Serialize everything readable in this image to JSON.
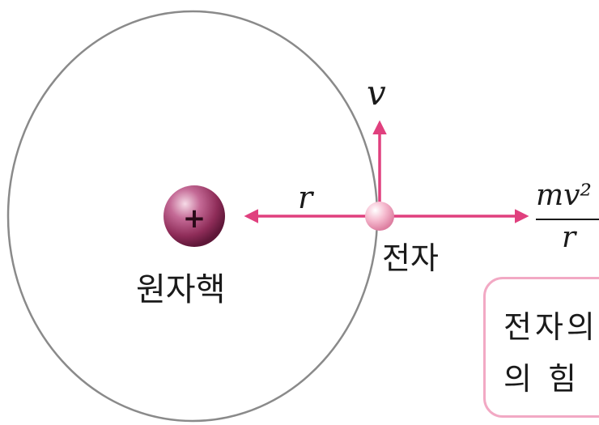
{
  "nucleus": {
    "sign": "+",
    "label": "원자핵"
  },
  "electron": {
    "label": "전자"
  },
  "vectors": {
    "velocity_label": "v",
    "radius_label": "r",
    "force_numerator": "mv²",
    "force_denominator": "r"
  },
  "note": {
    "line1": "전자의",
    "line2": "의 힘"
  },
  "colors": {
    "arrow": "#e0407e",
    "orbit": "#8a8a8a",
    "nucleus": "#8e2c58",
    "electron": "#f3a6bf",
    "note_border": "#f2a9c4"
  }
}
